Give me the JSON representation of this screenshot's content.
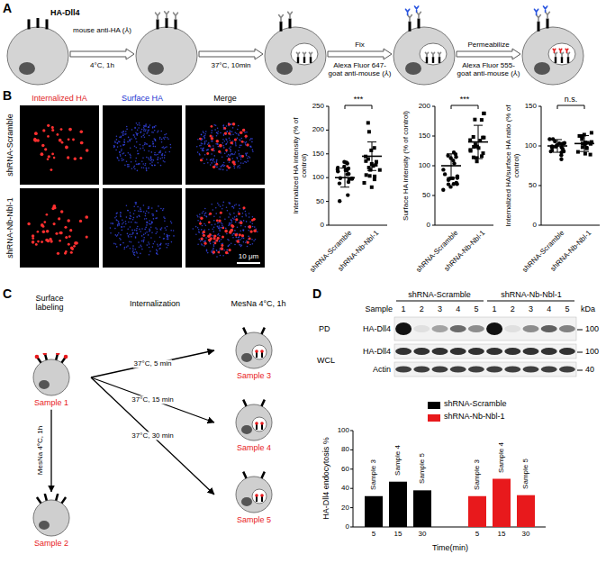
{
  "diagram": {
    "nodes": [
      {
        "text": [
          "Sample 1"
        ]
      },
      {
        "text": [
          "Sample 2"
        ]
      },
      {
        "text": [
          "Sample 3"
        ]
      },
      {
        "text": [
          "Sample 4"
        ]
      },
      {
        "text": [
          "Sample 5"
        ]
      }
    ],
    "edges": [
      {
        "from": 0,
        "to": 1,
        "label": "MesNa 4°C, 1h",
        "arrow": "to"
      },
      {
        "from": 0,
        "to": 2,
        "label": "37°C, 5 min",
        "arrow": "to"
      },
      {
        "from": 0,
        "to": 3,
        "label": "37°C, 15 min",
        "arrow": "to"
      },
      {
        "from": 0,
        "to": 4,
        "label": "37°C, 30 min",
        "arrow": "to"
      }
    ],
    "labels": [
      "A",
      "HA-Dll4",
      "mouse anti-HA (⅄)",
      "4°C, 1h",
      "37°C, 10min",
      "Fix",
      "Alexa Fluor 647-goat anti-mouse (⅄)",
      "Permeabilize",
      "Alexa Fluor 555-goat anti-mouse (⅄)",
      "B",
      "Internalized HA",
      "Surface HA",
      "Merge",
      "shRNA-Scramble",
      "shRNA-Nb-Nbl-1",
      "10 μm",
      "Internalized HA intensity (% of control)",
      "0",
      "50",
      "100",
      "150",
      "200",
      "250",
      "***",
      "shRNA-Scramble",
      "shRNA-Nb-Nbl-1",
      "Surface HA intensity (% of control)",
      "0",
      "50",
      "100",
      "150",
      "200",
      "***",
      "shRNA-Scramble",
      "shRNA-Nb-Nbl-1",
      "Internalized HA/surface HA ratio (% of control)",
      "0",
      "50",
      "100",
      "150",
      "n.s.",
      "shRNA-Scramble",
      "shRNA-Nb-Nbl-1",
      "C",
      "Surface labeling",
      "Internalization",
      "MesNa 4°C, 1h",
      "D",
      "shRNA-Scramble",
      "shRNA-Nb-Nbl-1",
      "Sample",
      "1",
      "2",
      "3",
      "4",
      "5",
      "1",
      "2",
      "3",
      "4",
      "5",
      "kDa",
      "PD",
      "HA-Dll4",
      "WCL",
      "HA-Dll4",
      "Actin",
      "100",
      "100",
      "40",
      "HA-Dll4 endocytosis %",
      "0",
      "20",
      "40",
      "60",
      "80",
      "100",
      "Sample 3",
      "Sample 4",
      "Sample 5",
      "Sample 3",
      "Sample 4",
      "Sample 5",
      "5",
      "15",
      "30",
      "5",
      "15",
      "30",
      "Time(min)"
    ],
    "legend": [
      {
        "text": "shRNA-Scramble",
        "color": "#000000"
      },
      {
        "text": "shRNA-Nb-Nbl-1",
        "color": "#e8191c"
      }
    ]
  }
}
